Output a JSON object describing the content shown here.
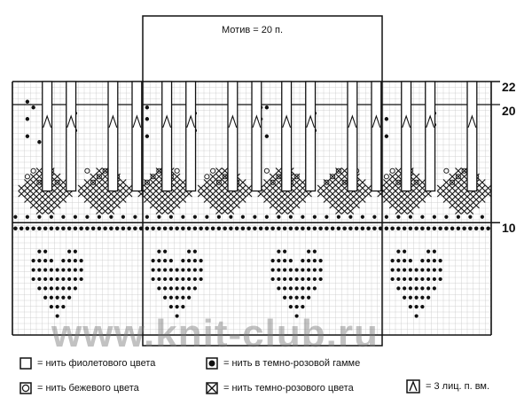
{
  "motif_label": "Мотив = 20 п.",
  "row_labels": [
    "22",
    "20",
    "10"
  ],
  "watermark": "www.knit-club.ru",
  "legend": [
    {
      "symbol": "empty-square",
      "text": "= нить фиолетового цвета"
    },
    {
      "symbol": "filled-dot",
      "text": "= нить в темно-розовой гамме"
    },
    {
      "symbol": "ring-square",
      "text": "= нить бежевого цвета"
    },
    {
      "symbol": "cross-square",
      "text": "= нить темно-розового цвета"
    },
    {
      "symbol": "triangle-square",
      "text": "= 3 лиц. п. вм."
    }
  ],
  "colors": {
    "ink": "#111111",
    "grid": "#c8c8c8",
    "watermark": "#888888"
  }
}
